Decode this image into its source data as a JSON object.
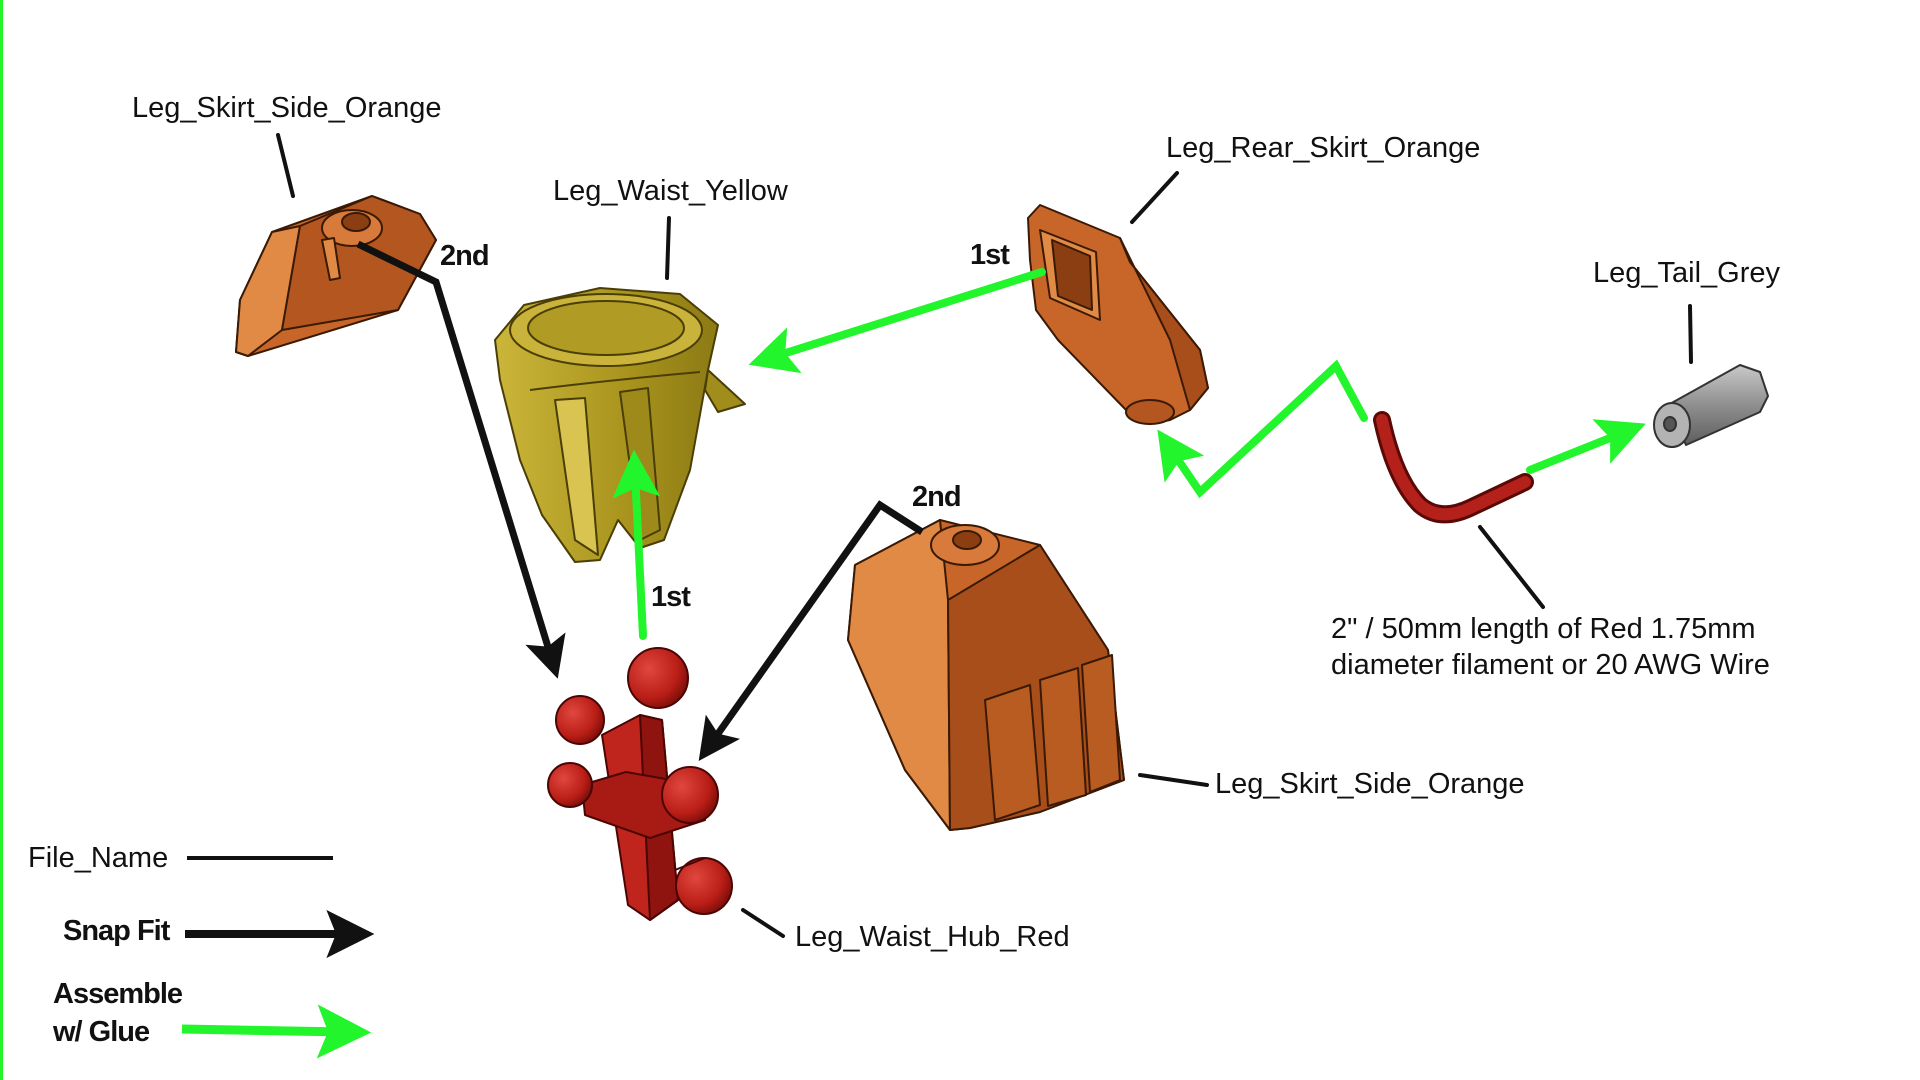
{
  "parts": {
    "skirt_side_top": "Leg_Skirt_Side_Orange",
    "waist": "Leg_Waist_Yellow",
    "rear_skirt": "Leg_Rear_Skirt_Orange",
    "tail": "Leg_Tail_Grey",
    "wire_line1": "2\" / 50mm length of Red 1.75mm",
    "wire_line2": "diameter filament or 20 AWG Wire",
    "skirt_side_bottom": "Leg_Skirt_Side_Orange",
    "hub": "Leg_Waist_Hub_Red"
  },
  "steps": {
    "skirt_top_order": "2nd",
    "rear_skirt_order": "1st",
    "hub_to_waist_order": "1st",
    "skirt_bottom_order": "2nd"
  },
  "legend": {
    "file_name": "File_Name",
    "snap_fit": "Snap Fit",
    "glue_line1": "Assemble",
    "glue_line2": "w/ Glue"
  },
  "colors": {
    "snap_fit_arrow": "#111111",
    "glue_arrow": "#22f52b",
    "orange_part": "#c8662a",
    "yellow_part": "#b9a52c",
    "red_part": "#c0251d",
    "grey_part": "#9a9a9a",
    "left_border": "#22f52b"
  }
}
